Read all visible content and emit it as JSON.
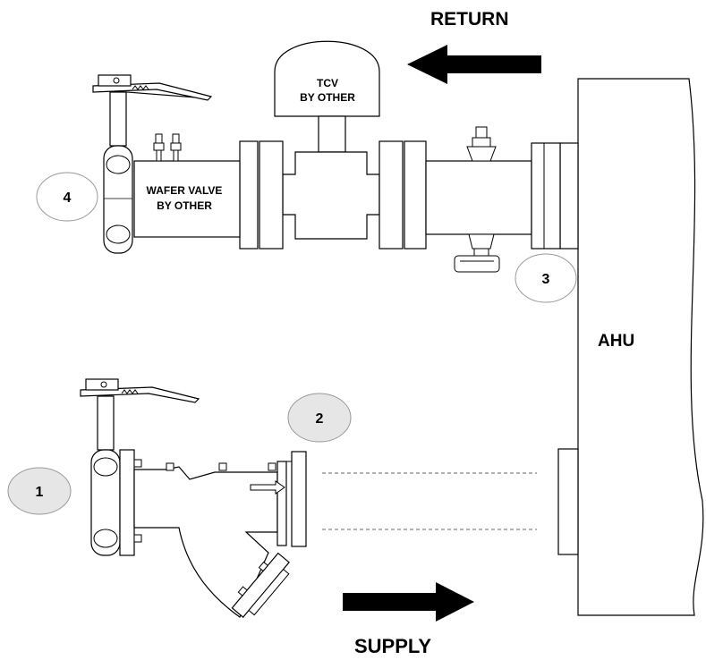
{
  "labels": {
    "return": "RETURN",
    "supply": "SUPPLY",
    "ahu": "AHU",
    "tcv_line1": "TCV",
    "tcv_line2": "BY OTHER",
    "wafer_line1": "WAFER VALVE",
    "wafer_line2": "BY OTHER"
  },
  "callouts": {
    "c1": "1",
    "c2": "2",
    "c3": "3",
    "c4": "4"
  },
  "colors": {
    "line": "#000000",
    "shaded_badge": "#e4e4e4",
    "plain_badge": "#ffffff",
    "dashed": "#666666"
  }
}
